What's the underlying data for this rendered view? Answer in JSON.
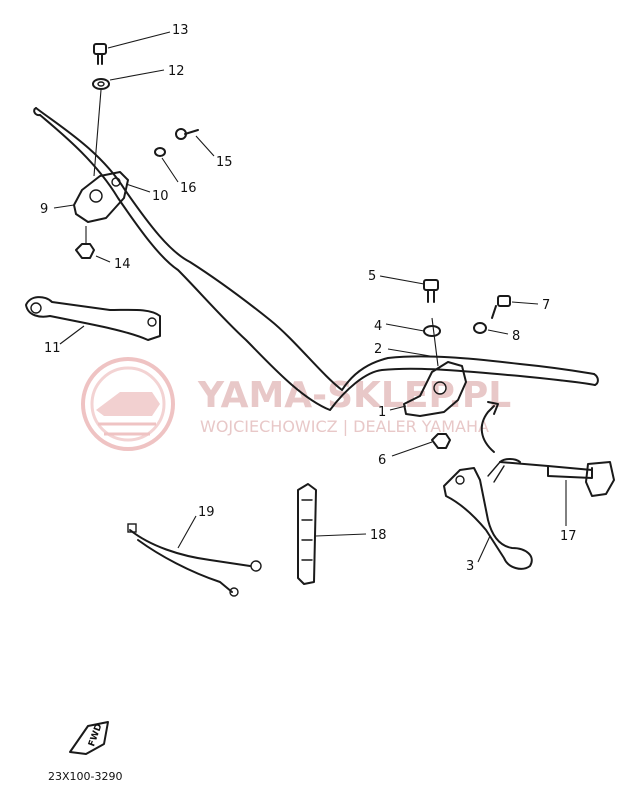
{
  "callouts": {
    "c1": "1",
    "c2": "2",
    "c3": "3",
    "c4": "4",
    "c5": "5",
    "c6": "6",
    "c7": "7",
    "c8": "8",
    "c9": "9",
    "c10": "10",
    "c11": "11",
    "c12": "12",
    "c13": "13",
    "c14": "14",
    "c15": "15",
    "c16": "16",
    "c17": "17",
    "c18": "18",
    "c19": "19"
  },
  "watermark": {
    "title": "YAMA-SKLEP.PL",
    "subtitle": "WOJCIECHOWICZ | DEALER YAMAHA",
    "color": "#e8c8c8"
  },
  "fwd_label": "FWD",
  "diagram_code": "23X100-3290"
}
